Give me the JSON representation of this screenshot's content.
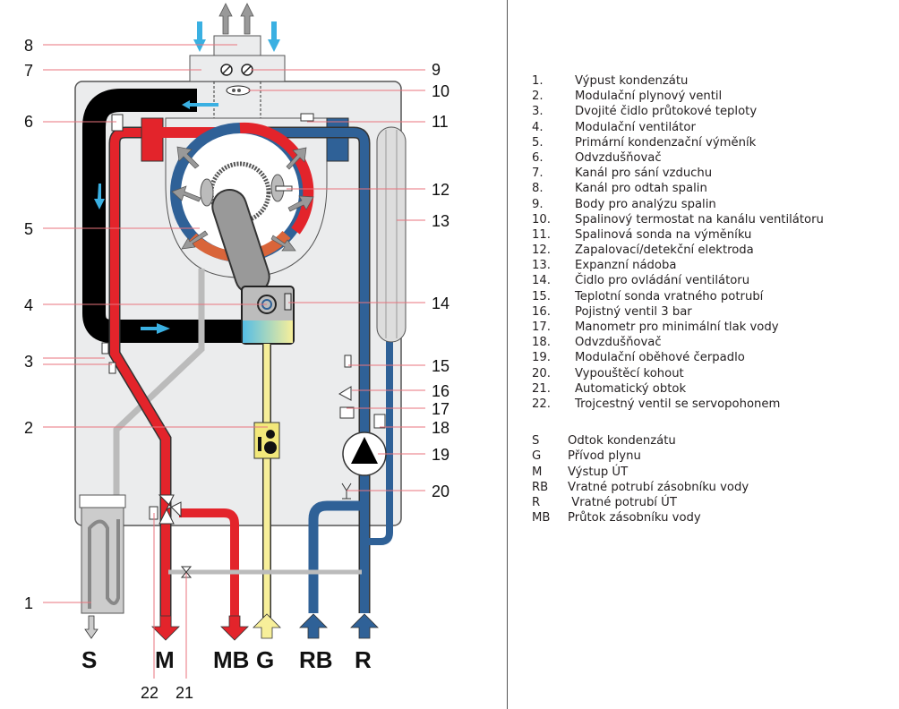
{
  "diagram": {
    "callouts_left": [
      "8",
      "7",
      "6",
      "5",
      "4",
      "3",
      "2",
      "1"
    ],
    "callouts_right": [
      "9",
      "10",
      "11",
      "12",
      "13",
      "14",
      "15",
      "16",
      "17",
      "18",
      "19",
      "20"
    ],
    "callouts_bottom": [
      "22",
      "21"
    ],
    "connections": [
      "S",
      "M",
      "MB",
      "G",
      "RB",
      "R"
    ],
    "colors": {
      "flow": "#e3242b",
      "return": "#2f6197",
      "gas": "#f7ef9a",
      "flue": "#000000",
      "air_arrow": "#3ab0e2",
      "casing": "#ebeced",
      "leader": "#e8737d"
    }
  },
  "legend": {
    "items": [
      {
        "num": "1.",
        "text": "Výpust kondenzátu"
      },
      {
        "num": "2.",
        "text": "Modulační plynový ventil"
      },
      {
        "num": "3.",
        "text": "Dvojité čidlo průtokové teploty"
      },
      {
        "num": "4.",
        "text": "Modulační ventilátor"
      },
      {
        "num": "5.",
        "text": "Primární kondenzační výměník"
      },
      {
        "num": "6.",
        "text": "Odvzdušňovač"
      },
      {
        "num": "7.",
        "text": "Kanál pro sání vzduchu"
      },
      {
        "num": "8.",
        "text": "Kanál pro odtah spalin"
      },
      {
        "num": "9.",
        "text": "Body pro analýzu spalin"
      },
      {
        "num": "10.",
        "text": "Spalinový termostat na kanálu ventilátoru"
      },
      {
        "num": "11.",
        "text": "Spalinová sonda na výměníku"
      },
      {
        "num": "12.",
        "text": "Zapalovací/detekční elektroda"
      },
      {
        "num": "13.",
        "text": "Expanzní nádoba"
      },
      {
        "num": "14.",
        "text": "Čidlo pro ovládání ventilátoru"
      },
      {
        "num": "15.",
        "text": "Teplotní sonda vratného potrubí"
      },
      {
        "num": "16.",
        "text": "Pojistný ventil 3 bar"
      },
      {
        "num": "17.",
        "text": "Manometr pro minimální tlak vody"
      },
      {
        "num": "18.",
        "text": "Odvzdušňovač"
      },
      {
        "num": "19.",
        "text": "Modulační oběhové čerpadlo"
      },
      {
        "num": "20.",
        "text": "Vypouštěcí kohout"
      },
      {
        "num": "21.",
        "text": "Automatický obtok"
      },
      {
        "num": "22.",
        "text": "Trojcestný ventil se servopohonem"
      }
    ],
    "connections": [
      {
        "code": "S",
        "text": "Odtok kondenzátu"
      },
      {
        "code": "G",
        "text": "Přívod plynu"
      },
      {
        "code": "M",
        "text": "Výstup ÚT"
      },
      {
        "code": "RB",
        "text": "Vratné potrubí zásobníku vody"
      },
      {
        "code": "R",
        "text": " Vratné potrubí ÚT"
      },
      {
        "code": "MB",
        "text": "Průtok zásobníku vody"
      }
    ]
  }
}
